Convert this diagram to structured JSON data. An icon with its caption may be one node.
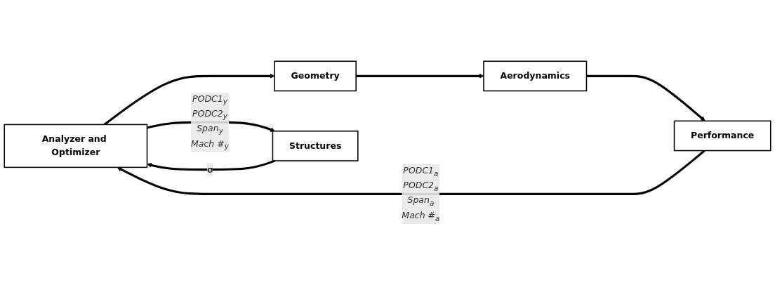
{
  "diagram": {
    "nodes": [
      {
        "text": [
          "Analyzer and Optimizer"
        ]
      },
      {
        "text": [
          "Geometry"
        ]
      },
      {
        "text": [
          "Aerodynamics"
        ]
      },
      {
        "text": [
          "Performance"
        ]
      },
      {
        "text": [
          "Structures"
        ]
      }
    ],
    "edges": [
      {
        "from": 0,
        "to": 1,
        "arrow": "to"
      },
      {
        "from": 1,
        "to": 2,
        "arrow": "to"
      },
      {
        "from": 2,
        "to": 3,
        "arrow": "to"
      },
      {
        "from": 3,
        "to": 0,
        "arrow": "to",
        "label": "PODC1$_{a}$ PODC2$_{a}$ Span$_{a}$ Mach #$_{a}$"
      },
      {
        "from": 0,
        "to": 4,
        "arrow": "to",
        "label": "PODC1$_{y}$ PODC2$_{y}$ Span$_{y}$ Mach #$_{y}$"
      },
      {
        "from": 4,
        "to": 0,
        "arrow": "to",
        "label": "σ"
      }
    ]
  }
}
